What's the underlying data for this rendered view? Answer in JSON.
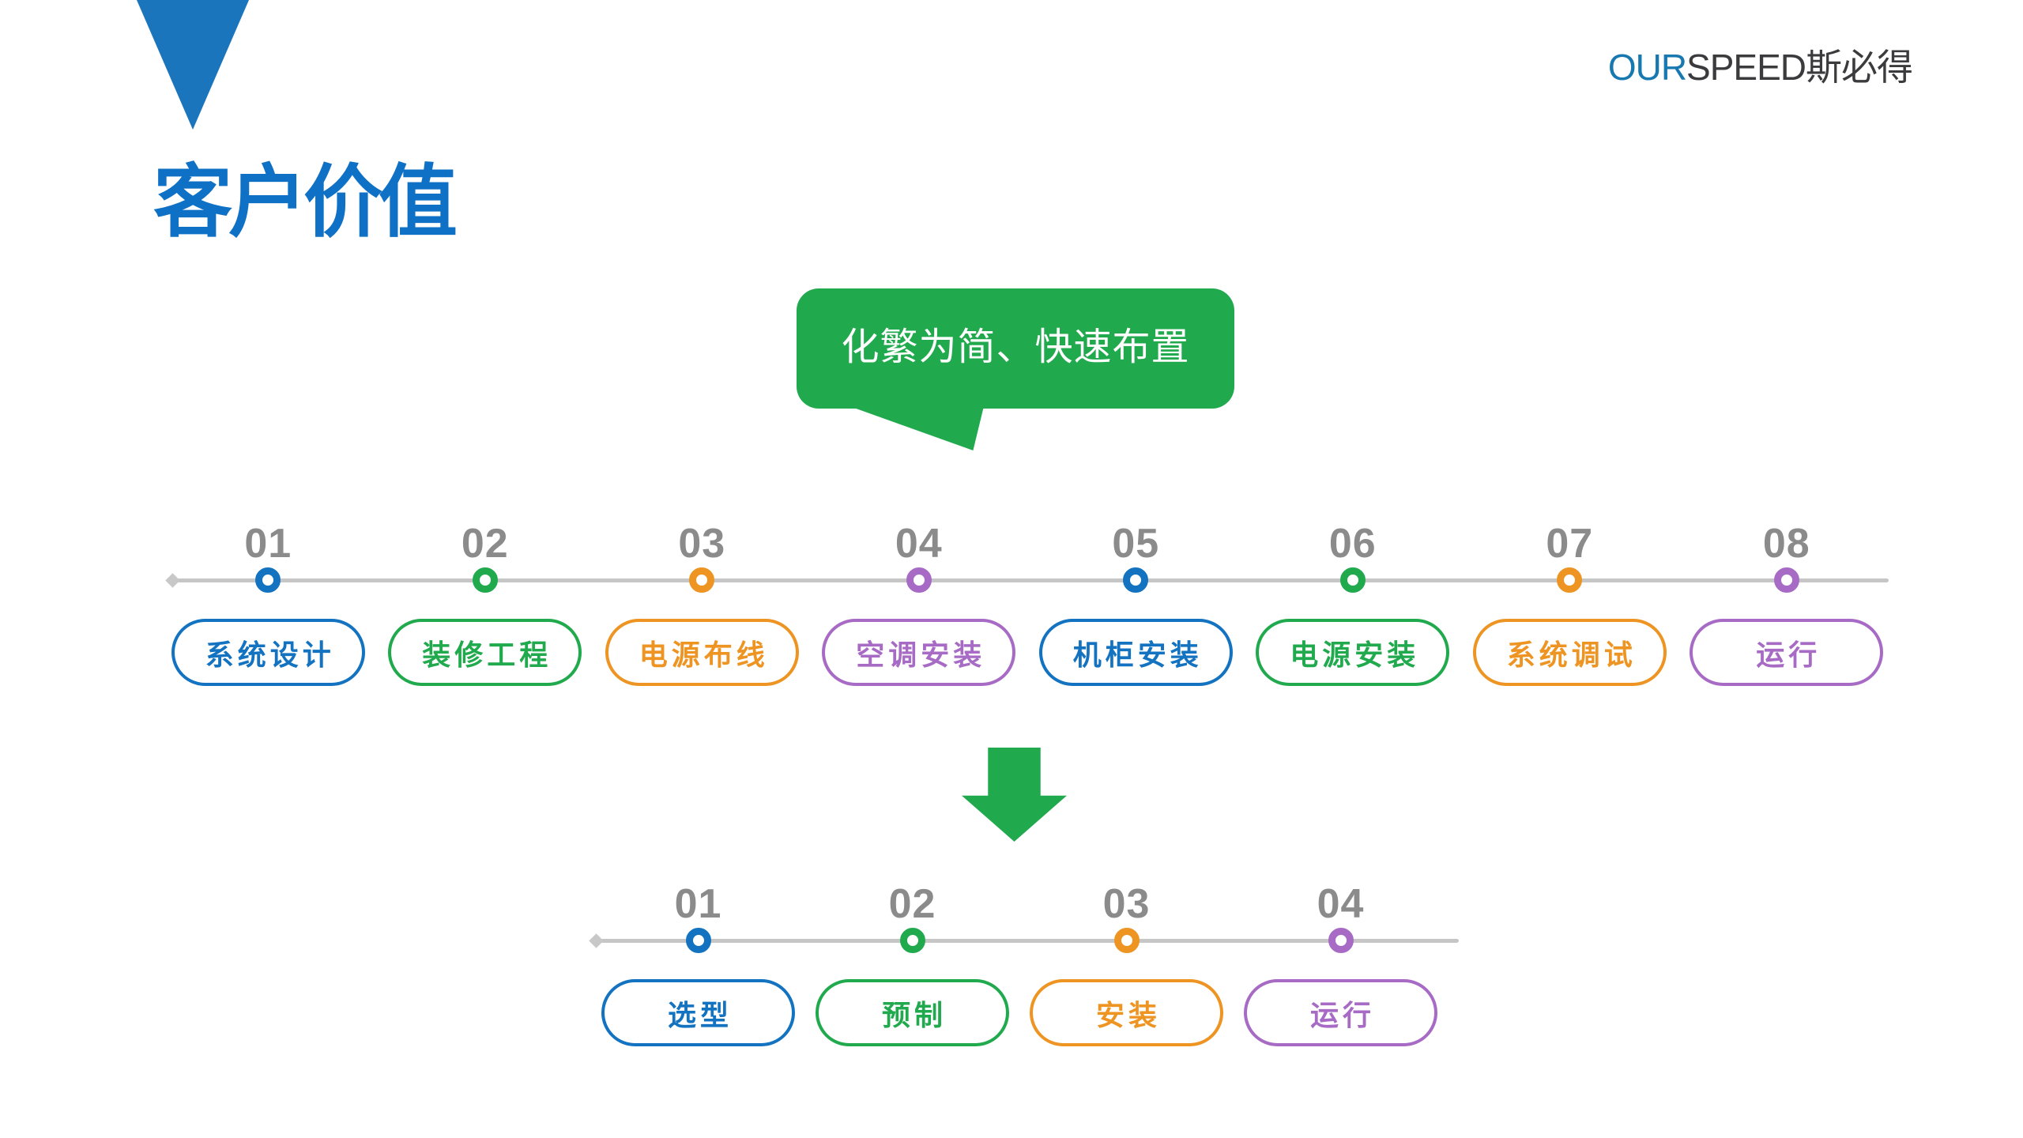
{
  "logo": {
    "prefix": "OUR",
    "suffix": "SPEED斯必得"
  },
  "title": "客户价值",
  "callout": {
    "text": "化繁为简、快速布置",
    "bg_color": "#21AA4D",
    "text_color": "#FFFFFF"
  },
  "colors": {
    "blue": "#1373C0",
    "green": "#21AA4D",
    "orange": "#ED9422",
    "purple": "#A76BC5",
    "number_gray": "#8B8B8B",
    "line_gray": "#C6C6C6",
    "title_blue": "#0F71C5",
    "triangle_blue": "#1B75BC",
    "logo_blue": "#1878B0"
  },
  "icons": {
    "corner_triangle": "triangle-down-icon",
    "timeline_start": "diamond-icon",
    "step_marker": "ring-dot-icon",
    "flow": "down-arrow-icon"
  },
  "timeline_top": {
    "steps": [
      {
        "num": "01",
        "label": "系统设计",
        "color": "#1373C0"
      },
      {
        "num": "02",
        "label": "装修工程",
        "color": "#21AA4D"
      },
      {
        "num": "03",
        "label": "电源布线",
        "color": "#ED9422"
      },
      {
        "num": "04",
        "label": "空调安装",
        "color": "#A76BC5"
      },
      {
        "num": "05",
        "label": "机柜安装",
        "color": "#1373C0"
      },
      {
        "num": "06",
        "label": "电源安装",
        "color": "#21AA4D"
      },
      {
        "num": "07",
        "label": "系统调试",
        "color": "#ED9422"
      },
      {
        "num": "08",
        "label": "运行",
        "color": "#A76BC5"
      }
    ]
  },
  "timeline_bottom": {
    "steps": [
      {
        "num": "01",
        "label": "选型",
        "color": "#1373C0"
      },
      {
        "num": "02",
        "label": "预制",
        "color": "#21AA4D"
      },
      {
        "num": "03",
        "label": "安装",
        "color": "#ED9422"
      },
      {
        "num": "04",
        "label": "运行",
        "color": "#A76BC5"
      }
    ]
  }
}
